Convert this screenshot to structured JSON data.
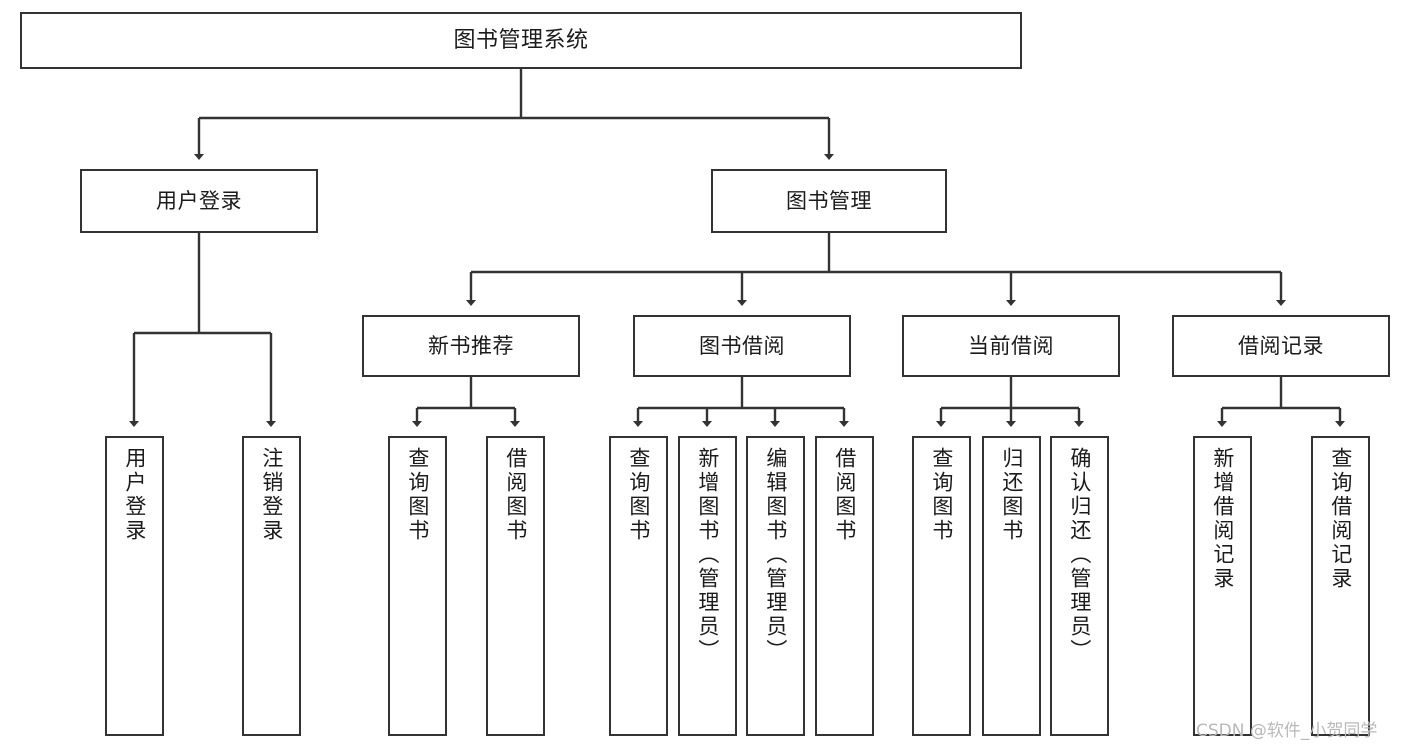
{
  "diagram": {
    "type": "tree",
    "title": "图书管理系统",
    "watermark": "CSDN @软件_小贺同学",
    "colors": {
      "box_border": "#333333",
      "box_fill": "#ffffff",
      "edge": "#333333",
      "text": "#1b1b1b",
      "watermark": "#b9b9b9",
      "background": "#ffffff"
    },
    "nodes": {
      "root": {
        "label": "图书管理系统"
      },
      "level2": [
        {
          "label": "用户登录"
        },
        {
          "label": "图书管理"
        }
      ],
      "level3": [
        {
          "label": "新书推荐"
        },
        {
          "label": "图书借阅"
        },
        {
          "label": "当前借阅"
        },
        {
          "label": "借阅记录"
        }
      ],
      "leaves": {
        "user_login": [
          {
            "label": "用户登录"
          },
          {
            "label": "注销登录"
          }
        ],
        "new_book_recommend": [
          {
            "label": "查询图书"
          },
          {
            "label": "借阅图书"
          }
        ],
        "book_borrow": [
          {
            "label": "查询图书"
          },
          {
            "label": "新增图书（管理员）"
          },
          {
            "label": "编辑图书（管理员）"
          },
          {
            "label": "借阅图书"
          }
        ],
        "current_borrow": [
          {
            "label": "查询图书"
          },
          {
            "label": "归还图书"
          },
          {
            "label": "确认归还（管理员）"
          }
        ],
        "borrow_record": [
          {
            "label": "新增借阅记录"
          },
          {
            "label": "查询借阅记录"
          }
        ]
      }
    }
  }
}
